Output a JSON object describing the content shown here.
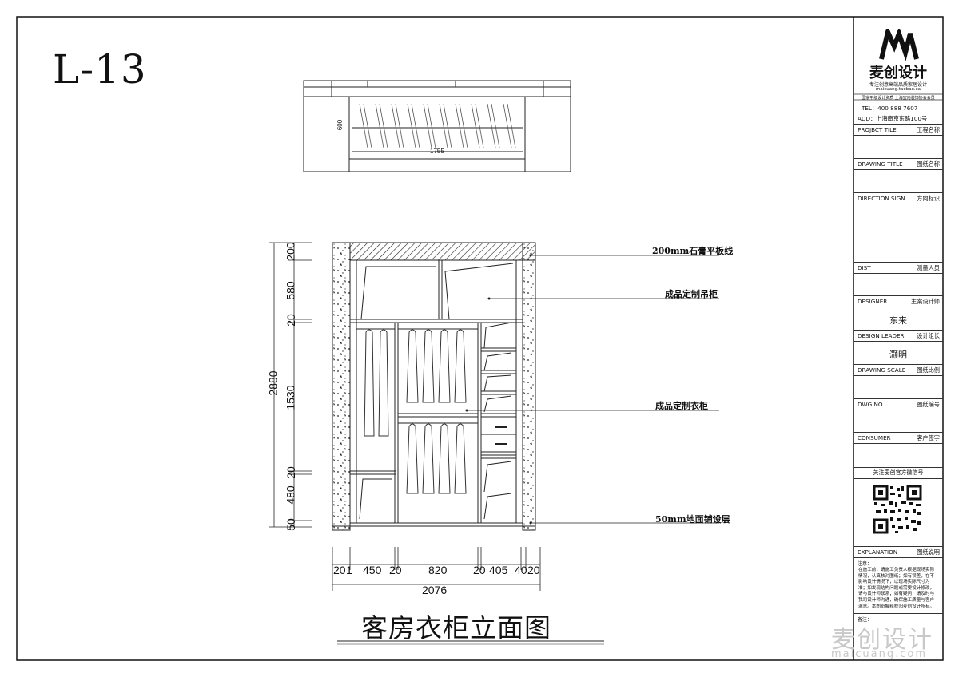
{
  "sheet_code": "L-13",
  "drawing_title": "客房衣柜立面图",
  "plan_view": {
    "dim_width": "1755",
    "dim_depth": "600"
  },
  "elevation": {
    "height_total": "2880",
    "height_segments": [
      "200",
      "580",
      "20",
      "1530",
      "20",
      "480",
      "50"
    ],
    "width_total": "2076",
    "width_segments": [
      "20",
      "1",
      "450",
      "20",
      "820",
      "20",
      "405",
      "40",
      "20"
    ]
  },
  "callouts": {
    "gypsum_line": "200mm石膏平板线",
    "upper_cabinet": "成品定制吊柜",
    "wardrobe": "成品定制衣柜",
    "floor_layer": "50mm地面铺设层"
  },
  "title_block": {
    "brand": "麦创设计",
    "slogan": "专注创意高端品质家居设计",
    "url": "maicuang.taobao.ca",
    "sub_line": "国家甲级设计资质 上海室内装饰协会会员",
    "tel": "TEL：400 888 7607",
    "address": "ADD：上海南京东路100号",
    "project_title_en": "PROJBCT TILE",
    "project_title_cn": "工程名称",
    "drawing_title_en": "DRAWING TITLE",
    "drawing_title_cn": "图纸名称",
    "direction_en": "DIRECTION SIGN",
    "direction_cn": "方向标识",
    "dist_en": "DIST",
    "dist_cn": "测量人员",
    "designer_en": "DESIGNER",
    "designer_cn": "主案设计师",
    "designer_name": "东来",
    "leader_en": "DESIGN LEADER",
    "leader_cn": "设计组长",
    "leader_name": "灏明",
    "scale_en": "DRAWING SCALE",
    "scale_cn": "图纸比例",
    "dwg_en": "DWG.NO",
    "dwg_cn": "图纸编号",
    "consumer_en": "CONSUMER",
    "consumer_cn": "客户签字",
    "wechat": "关注麦创官方微信号",
    "explanation_en": "EXPLANATION",
    "explanation_cn": "图纸说明",
    "notes_label": "注意：",
    "notes_body": "在施工前，请施工负责人根据现场实际情况，认真核对图纸；如有误差，在不影响设计情况下，以现场实际尺寸为准；如发现结构问题或需要设计修改，请与设计师联系；如有疑问，请及时与我司设计师沟通，确保施工质量与客户满意。本图纸解释权归麦创设计所有。",
    "remark_label": "备注："
  },
  "watermark": {
    "text": "麦创设计",
    "sub": "maicuang.com"
  }
}
